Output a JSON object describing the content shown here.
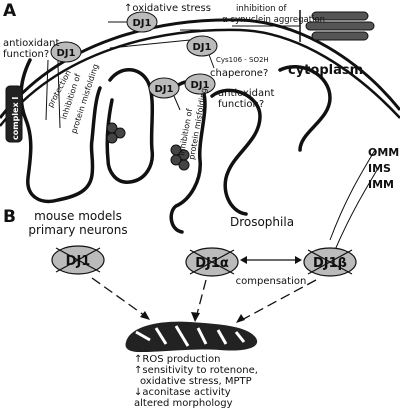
{
  "panel_a": {
    "label": "A",
    "dj1": "DJ1",
    "oxidative_stress": "↑oxidative stress",
    "inhibition_synuclein_1": "inhibition of",
    "inhibition_synuclein_2": "α-synuclein aggregation",
    "cys106": "Cys106 - SO2H",
    "antioxidant_1_a": "antioxidant",
    "antioxidant_1_b": "function?",
    "protection": "protection",
    "inhibition_misfold_left_1": "inhibition of",
    "inhibition_misfold_left_2": "protein misfolding",
    "complex_i": "complex I",
    "chaperone": "chaperone?",
    "antioxidant_2_a": "antioxidant",
    "antioxidant_2_b": "function?",
    "inhibition_misfold_mid_1": "inhibition of",
    "inhibition_misfold_mid_2": "protein misfolding",
    "cytoplasm": "cytoplasm",
    "omm": "OMM",
    "ims": "IMS",
    "imm": "IMM"
  },
  "panel_b": {
    "label": "B",
    "mouse_line1": "mouse models",
    "mouse_line2": "primary neurons",
    "drosophila": "Drosophila",
    "dj1": "DJ1",
    "dj1a": "DJ1α",
    "dj1b": "DJ1β",
    "compensation": "compensation",
    "effects": [
      "↑ROS production",
      "↑sensitivity to rotenone,",
      "oxidative stress, MPTP",
      "↓aconitase activity",
      "altered morphology"
    ]
  }
}
